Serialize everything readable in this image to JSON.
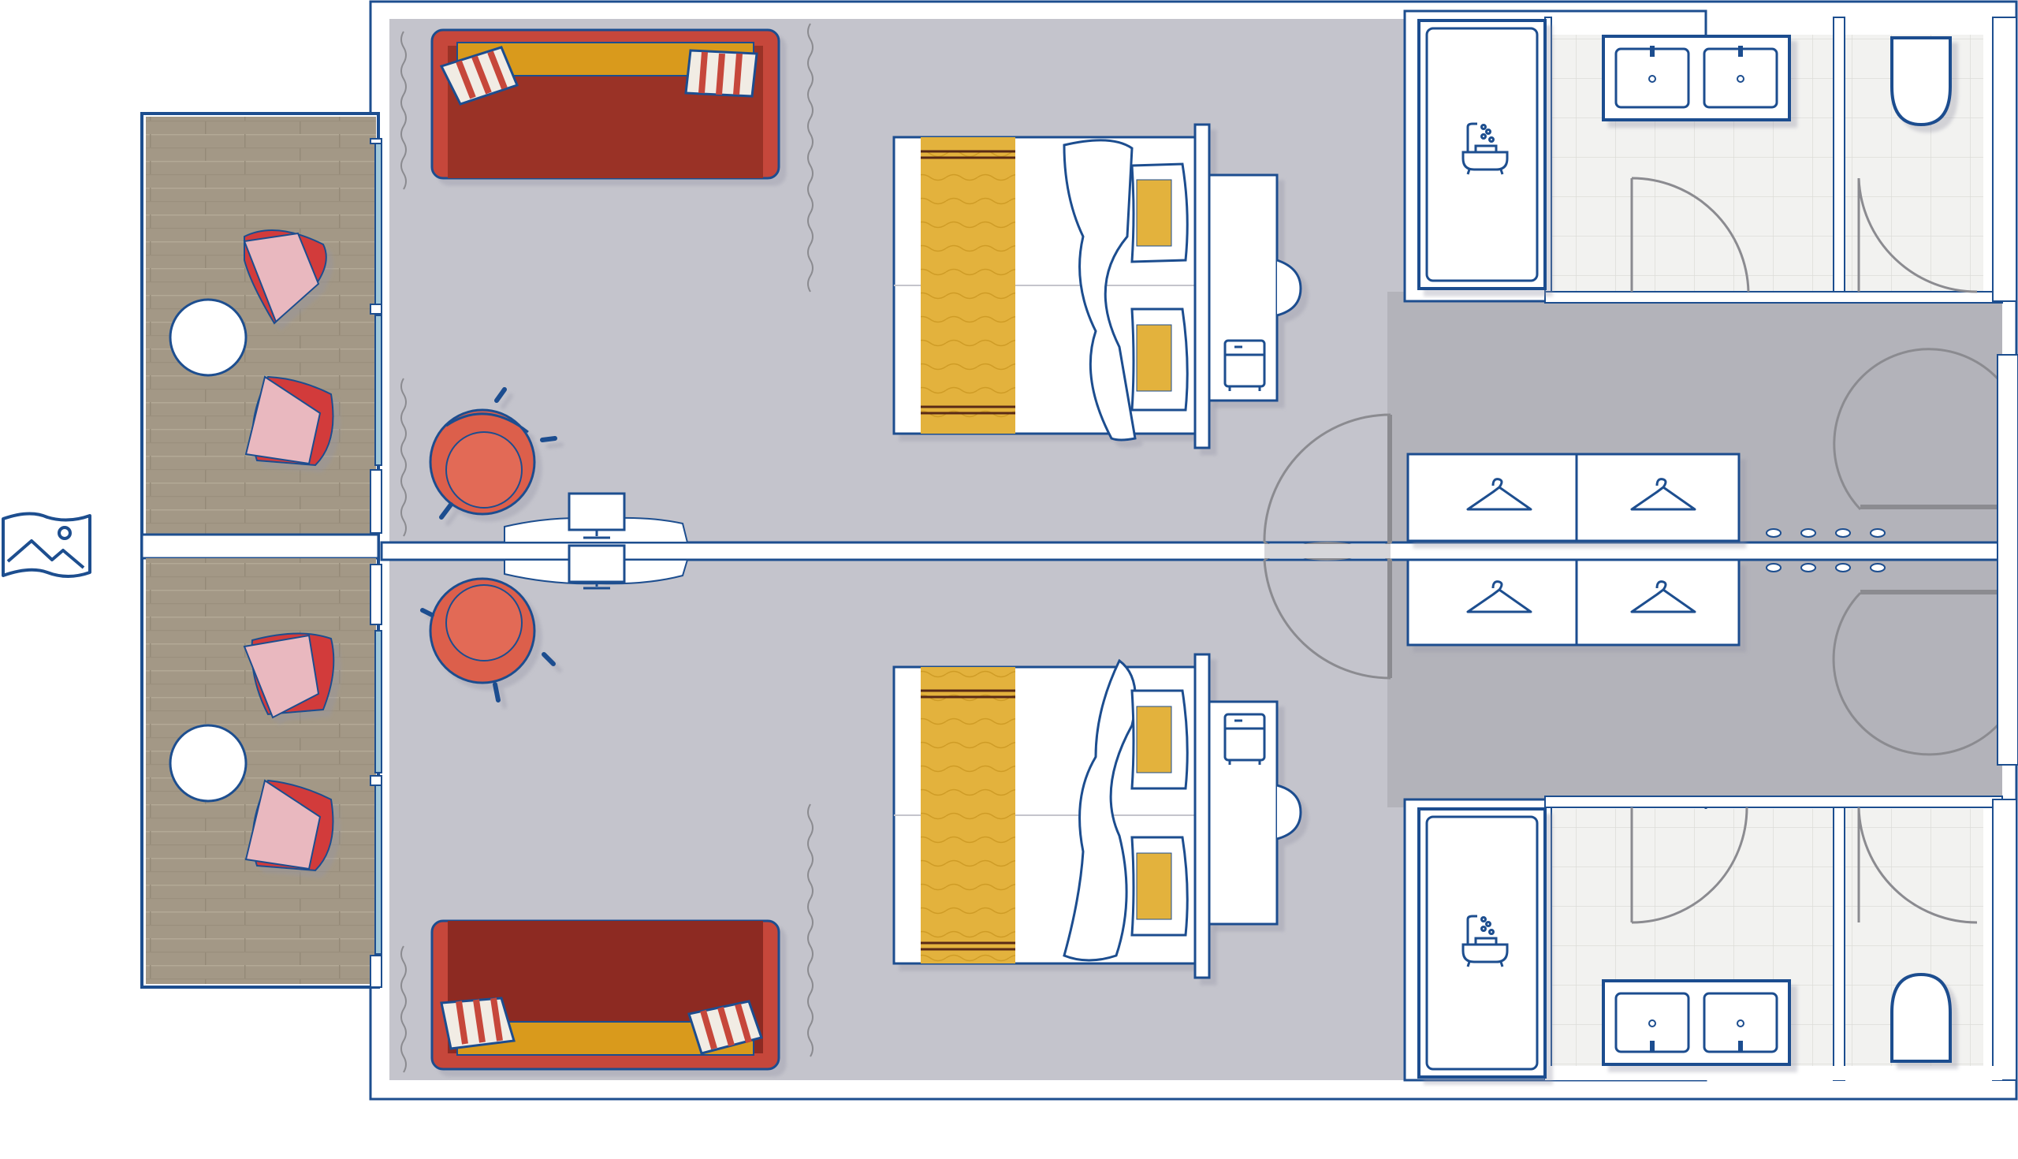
{
  "diagram": {
    "type": "floor-plan",
    "description_visible_text": "",
    "colors": {
      "wall": "#ffffff",
      "wall_outline": "#1d4e8f",
      "carpet": "#c4c4cc",
      "corridor": "#b3b3ba",
      "balcony_wood": "#a39886",
      "tile": "#f1f1ef",
      "sofa": "#9a3127",
      "sofa_frame": "#c6463a",
      "cushion_gold": "#d99a1f",
      "chair_coral": "#dc5f4c",
      "balcony_chair": "#e9b8bf",
      "bed_runner": "#e3b23c",
      "pillow_gold": "#e3b23c"
    },
    "rooms": [
      {
        "name": "upper-room",
        "elements": [
          "balcony",
          "sofa",
          "armchair",
          "desk",
          "bed",
          "nightstand",
          "safe",
          "bathtub",
          "double-sink",
          "toilet",
          "wardrobe"
        ]
      },
      {
        "name": "lower-room",
        "elements": [
          "balcony",
          "sofa",
          "armchair",
          "desk",
          "bed",
          "nightstand",
          "safe",
          "bathtub",
          "double-sink",
          "toilet",
          "wardrobe"
        ]
      }
    ],
    "icons": [
      "image-icon",
      "hanger-icon",
      "bathtub-icon",
      "monitor-icon",
      "safe-icon"
    ]
  }
}
